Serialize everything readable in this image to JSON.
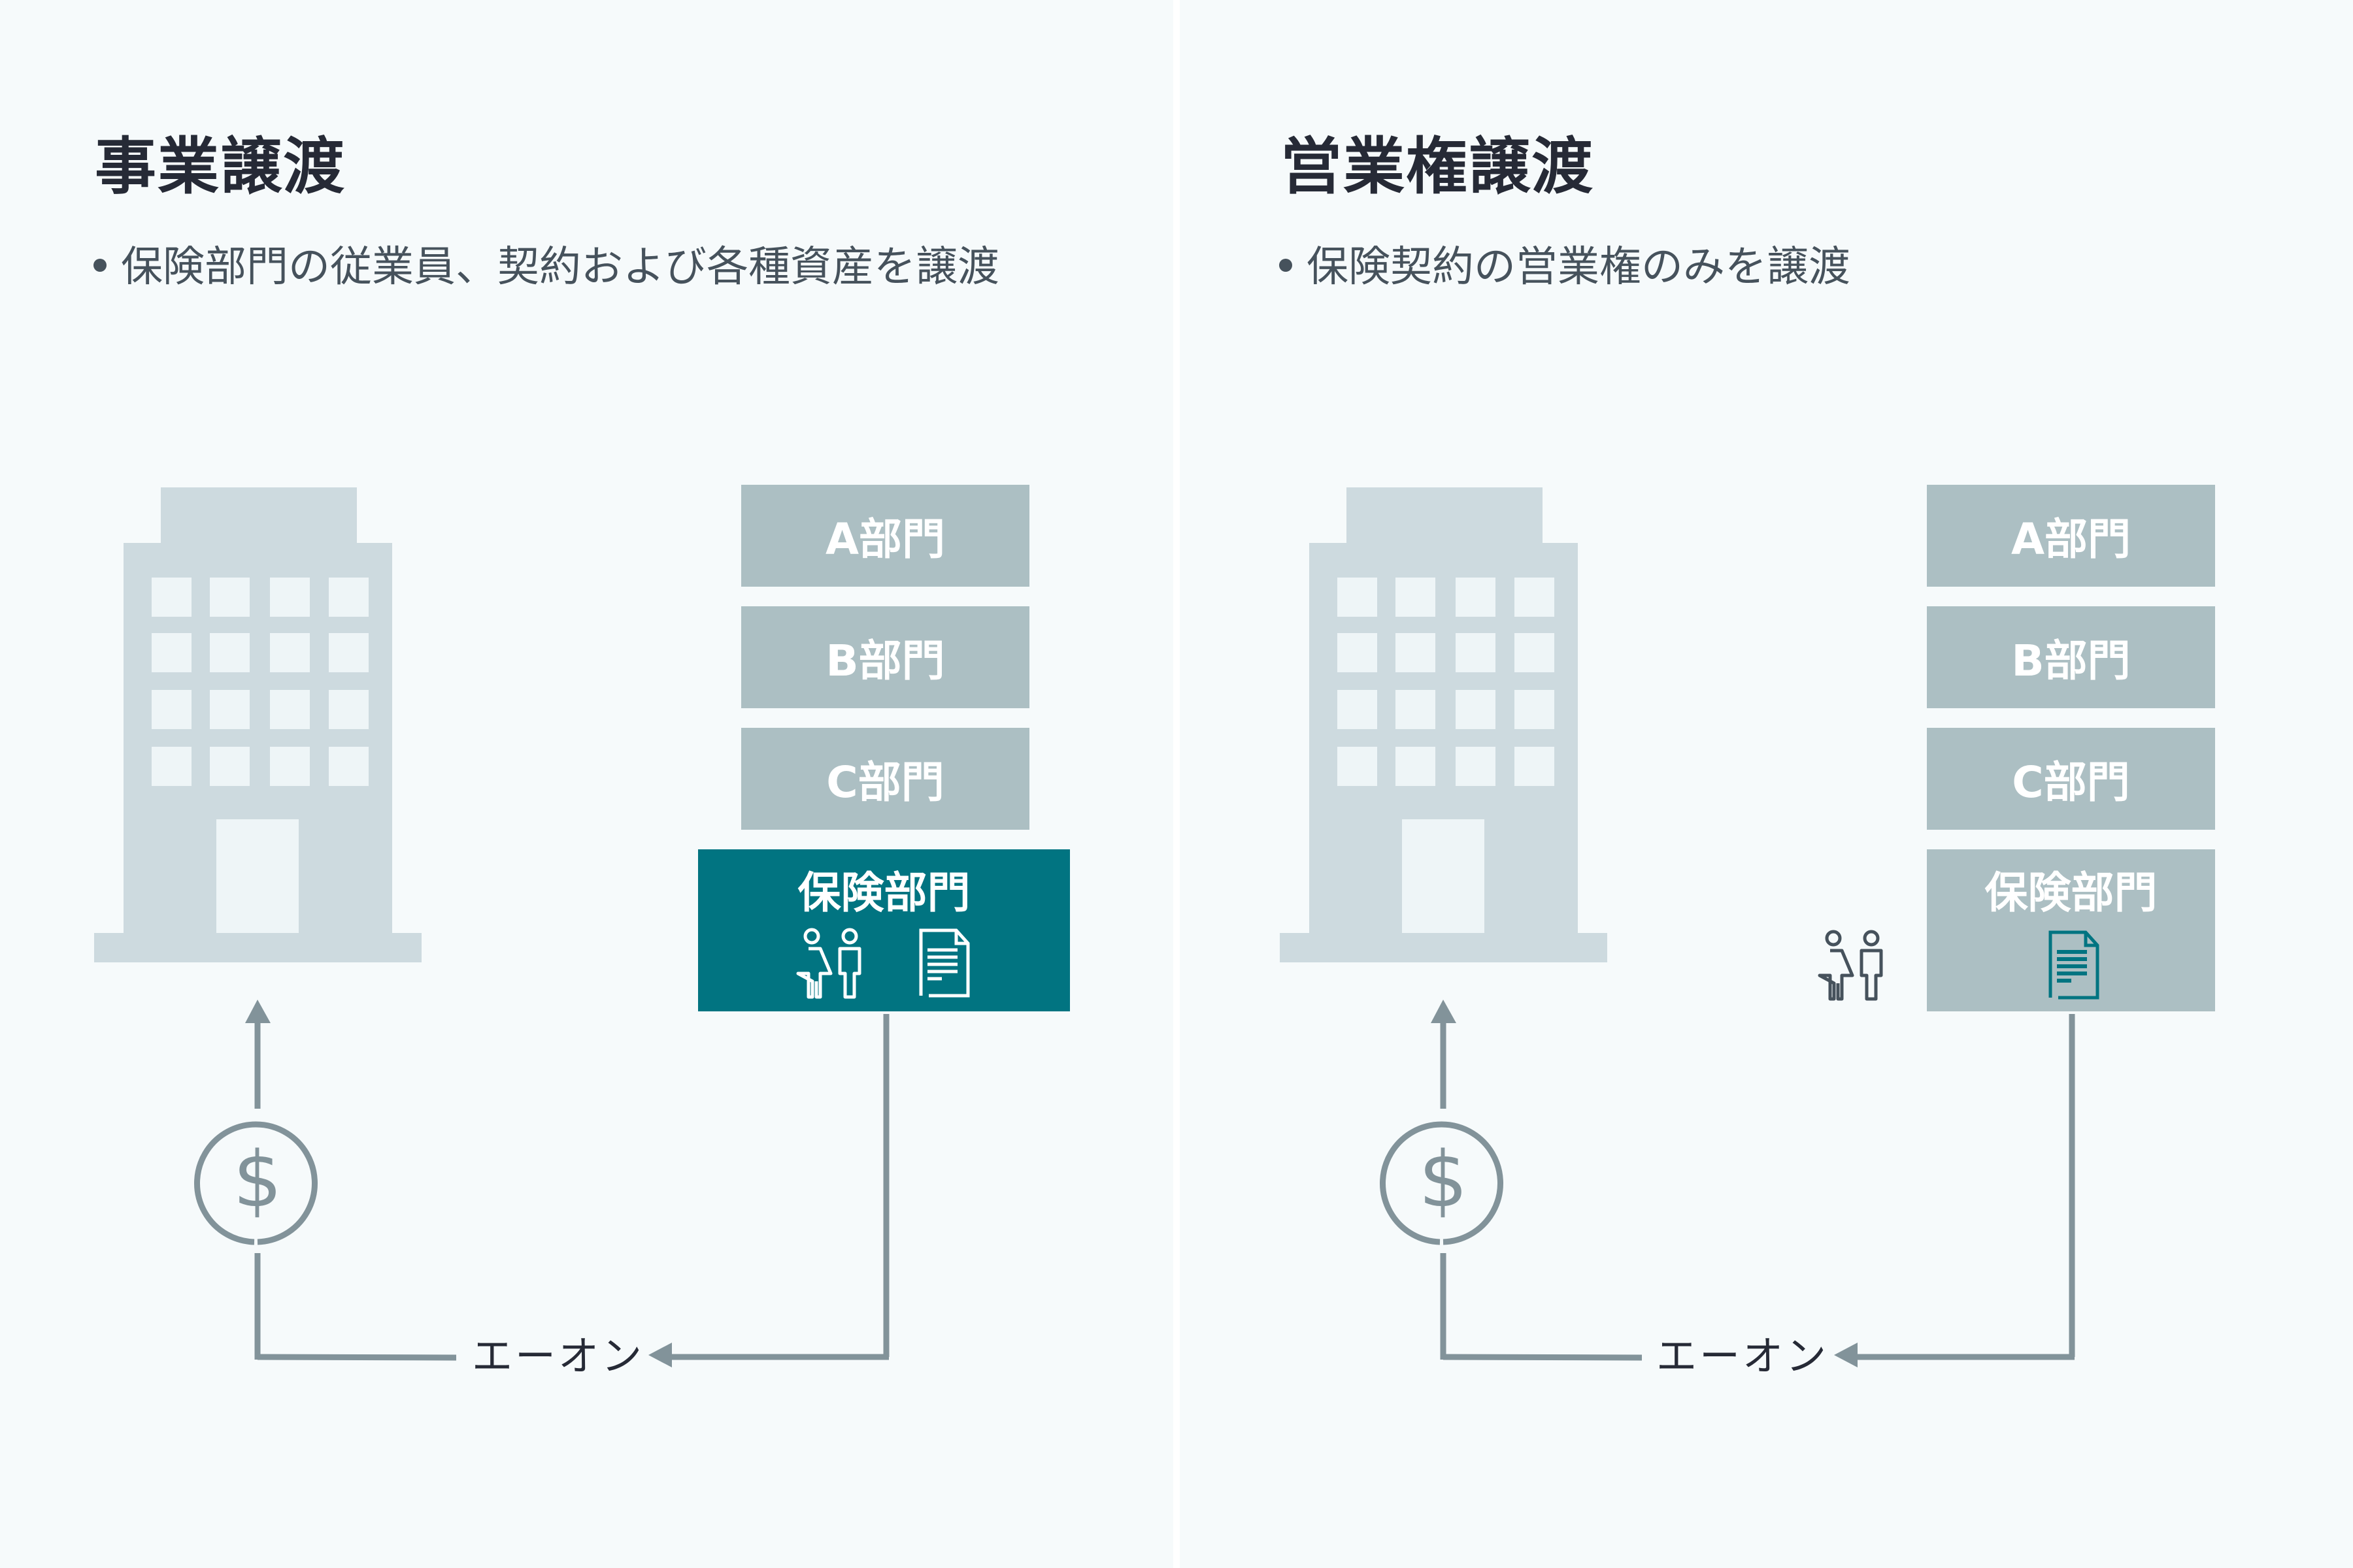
{
  "colors": {
    "background": "#f6fafb",
    "divider": "#ffffff",
    "title": "#262a36",
    "bullet_text": "#46525c",
    "building": "#cddadf",
    "building_window": "#eef5f7",
    "department": "#acbfc3",
    "highlight": "#017481",
    "connector": "#82939a",
    "people_icon_outside": "#46525c"
  },
  "panels": [
    {
      "id": "business-transfer",
      "title": "事業譲渡",
      "bullet": "保険部門の従業員、契約および各種資産を譲渡",
      "departments": [
        "A部門",
        "B部門",
        "C部門"
      ],
      "insurance_department": {
        "label": "保険部門",
        "highlighted": true,
        "contains_icons": [
          "people-icon",
          "document-icon"
        ]
      },
      "payment_icon": "dollar-circle-icon",
      "payment_symbol": "$",
      "acquirer_label": "エーオン"
    },
    {
      "id": "sales-rights-transfer",
      "title": "営業権譲渡",
      "bullet": "保険契約の営業権のみを譲渡",
      "departments": [
        "A部門",
        "B部門",
        "C部門"
      ],
      "insurance_department": {
        "label": "保険部門",
        "highlighted": false,
        "contains_icons": [
          "document-icon"
        ],
        "outside_icons": [
          "people-icon"
        ]
      },
      "payment_icon": "dollar-circle-icon",
      "payment_symbol": "$",
      "acquirer_label": "エーオン"
    }
  ]
}
